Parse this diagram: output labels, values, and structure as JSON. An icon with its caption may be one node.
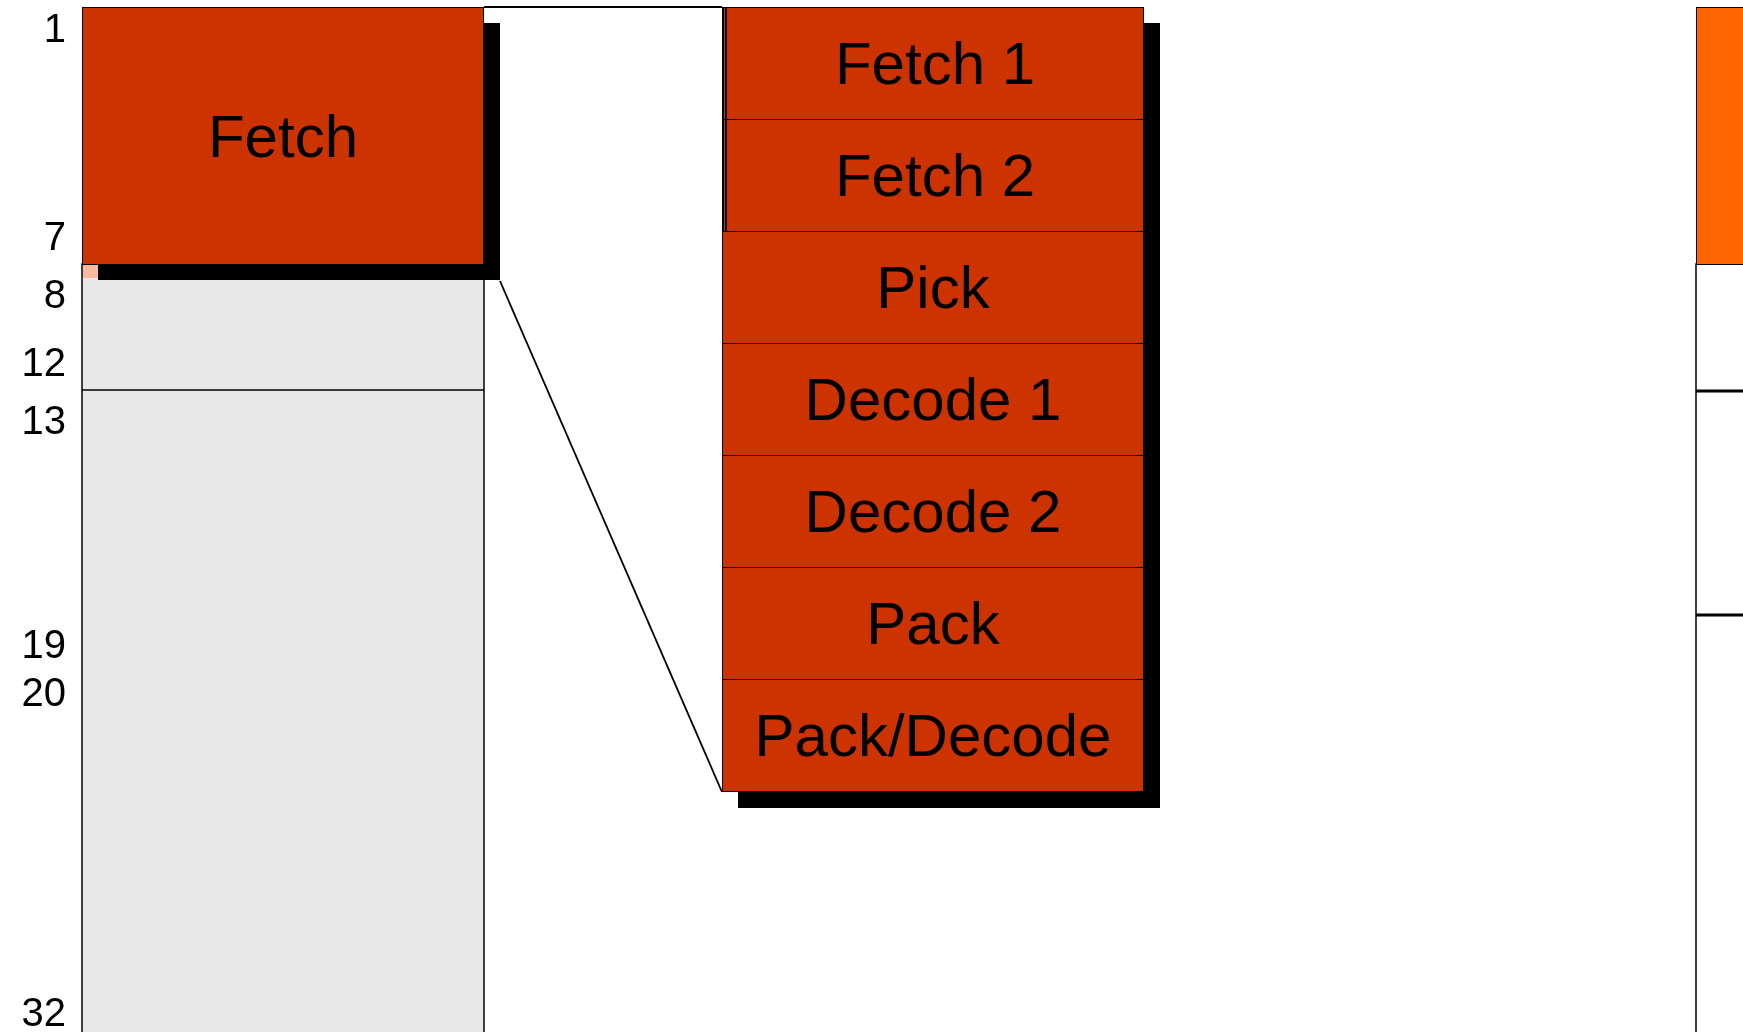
{
  "diagram": {
    "nodes": [
      {
        "text": [
          "Fetch"
        ]
      },
      {
        "text": [
          "Fetch 1"
        ]
      },
      {
        "text": [
          "Fetch 2"
        ]
      },
      {
        "text": [
          "Pick"
        ]
      },
      {
        "text": [
          "Decode 1"
        ]
      },
      {
        "text": [
          "Decode 2"
        ]
      },
      {
        "text": [
          "Pack"
        ]
      },
      {
        "text": [
          "Pack/Decode"
        ]
      },
      {
        "text": [],
        "shape": "box"
      }
    ],
    "edges": [
      {
        "from": 0,
        "to": 1,
        "arrow": "none"
      },
      {
        "from": 0,
        "to": 7,
        "arrow": "none"
      }
    ],
    "labels": [
      "1",
      "7",
      "8",
      "12",
      "13",
      "19",
      "20",
      "32"
    ]
  }
}
